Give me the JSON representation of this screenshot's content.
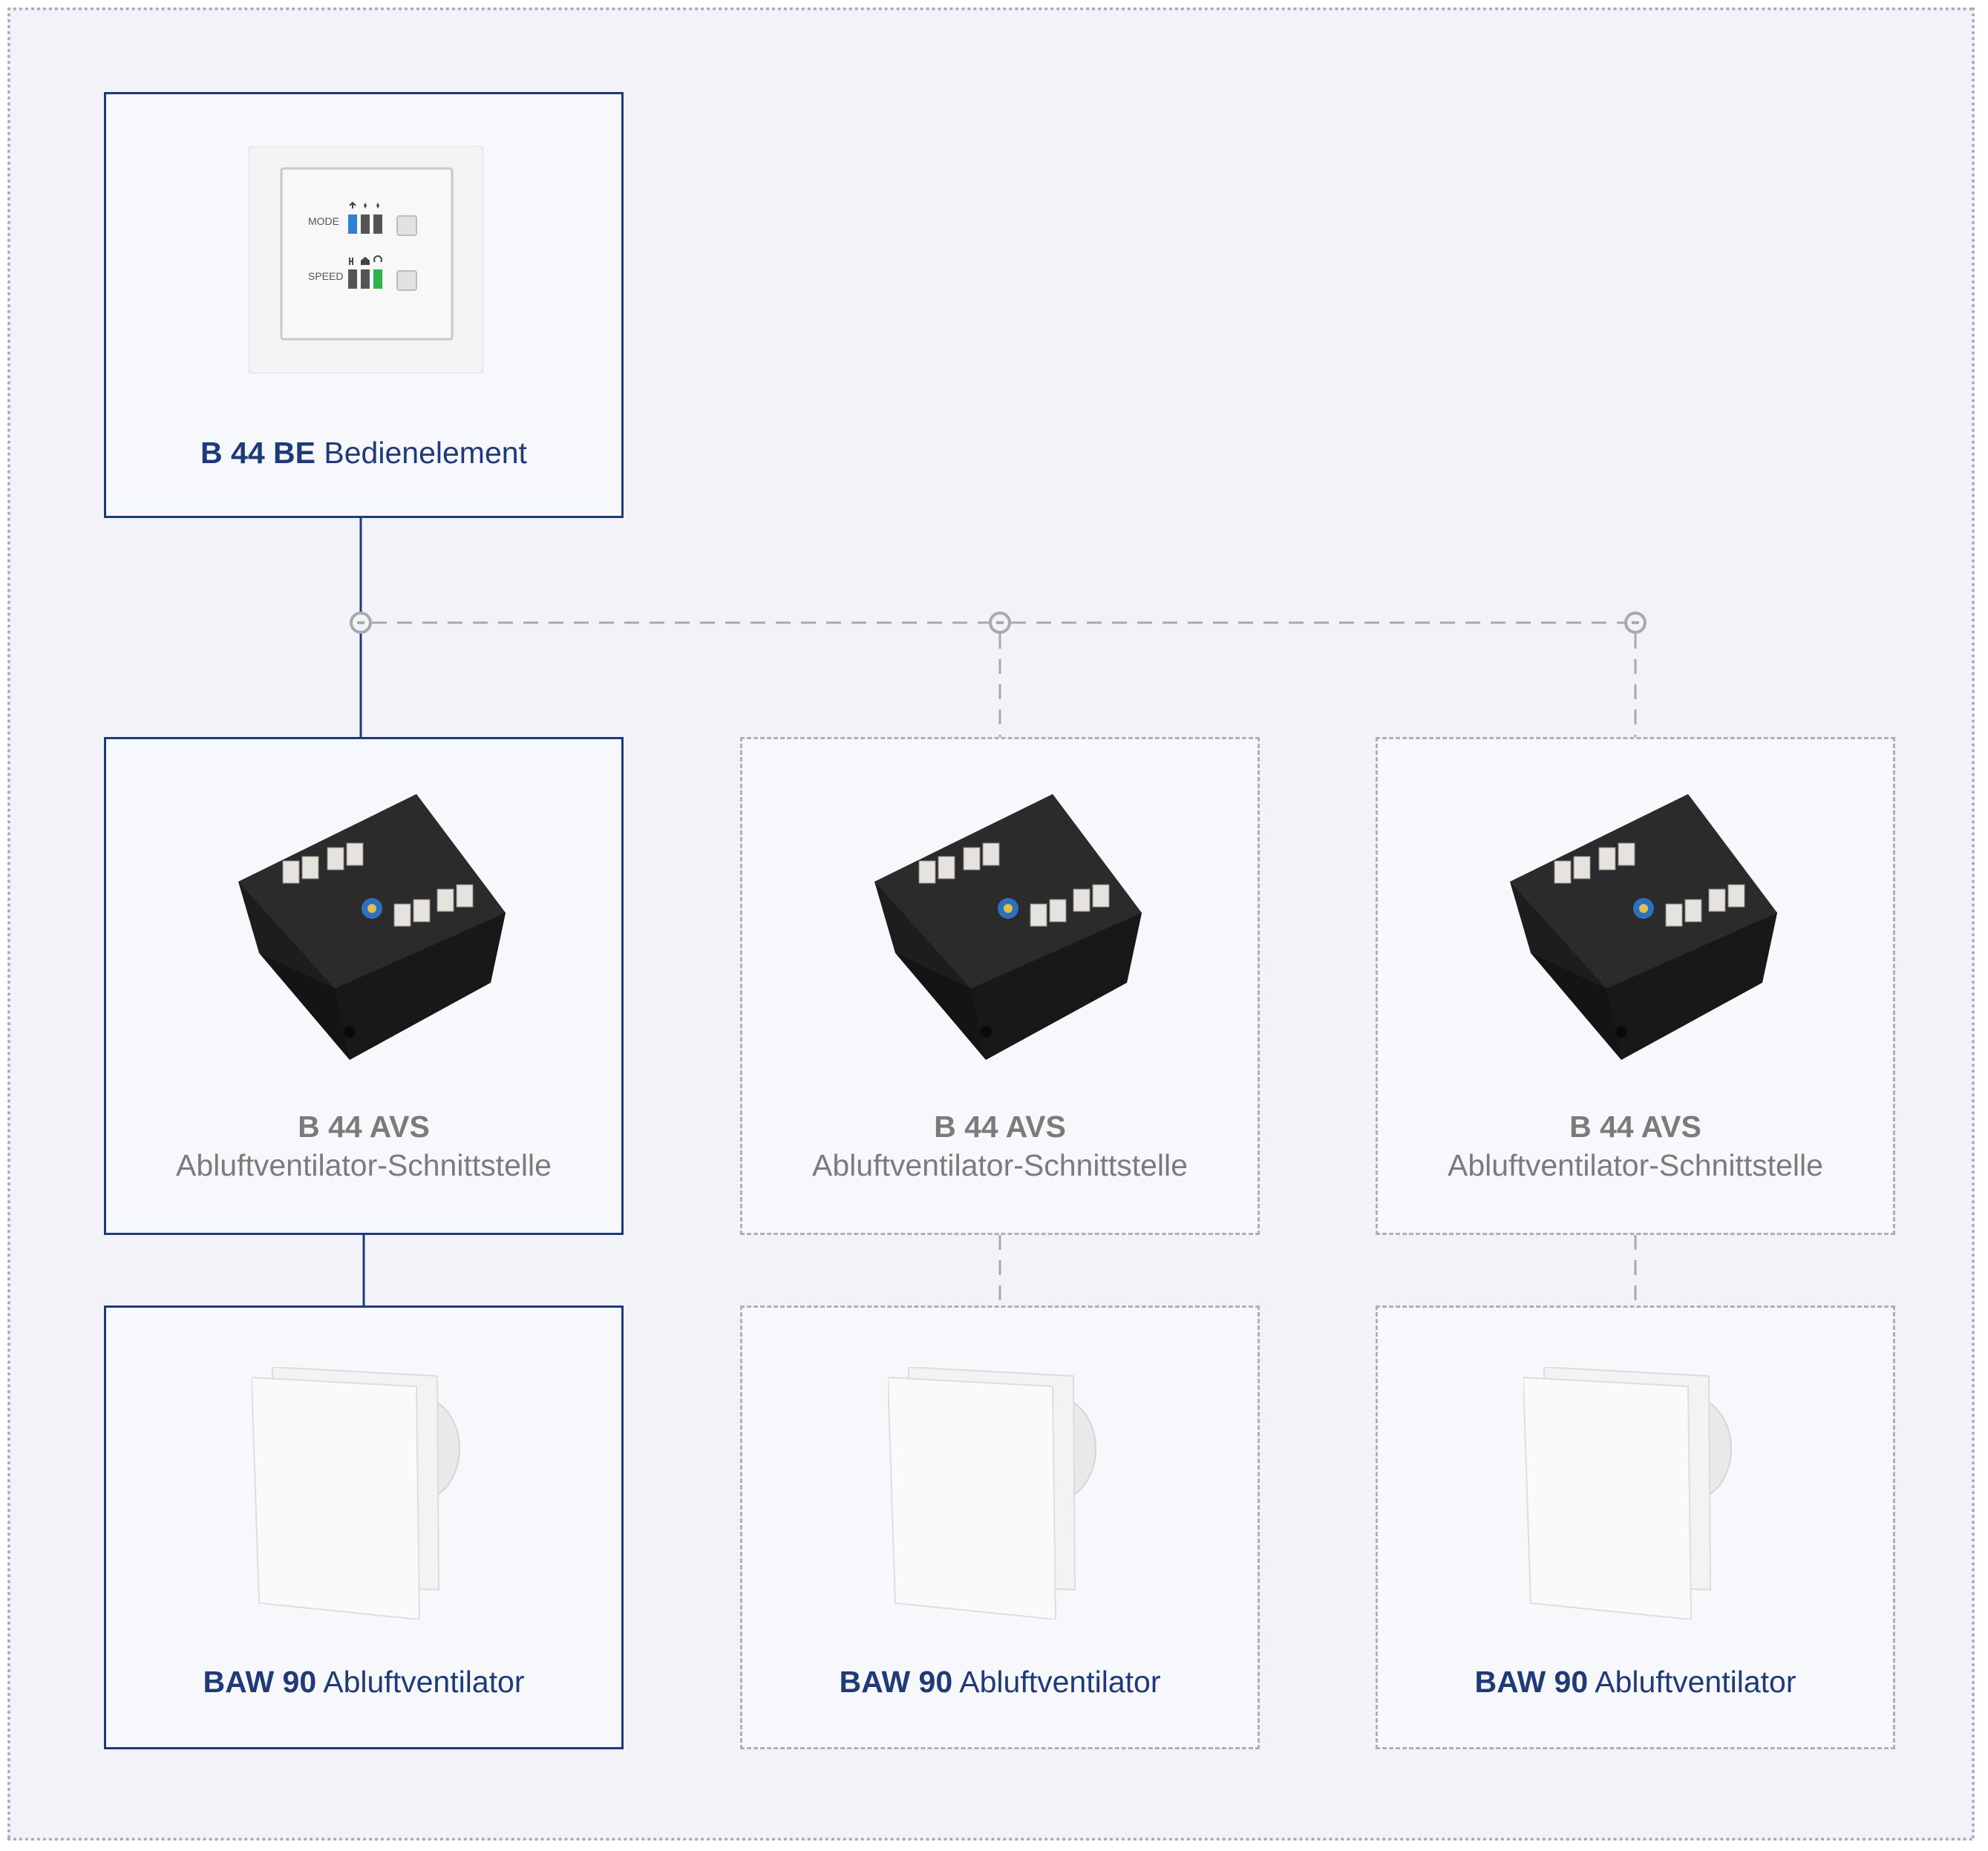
{
  "control_unit": {
    "code": "B 44 BE",
    "name": "Bedienelement",
    "mode_label": "MODE",
    "speed_label": "SPEED"
  },
  "interfaces": [
    {
      "code": "B 44 AVS",
      "name": "Abluftventilator-Schnittstelle",
      "status": "connected"
    },
    {
      "code": "B 44 AVS",
      "name": "Abluftventilator-Schnittstelle",
      "status": "optional"
    },
    {
      "code": "B 44 AVS",
      "name": "Abluftventilator-Schnittstelle",
      "status": "optional"
    }
  ],
  "fans": [
    {
      "code": "BAW 90",
      "name": "Abluftventilator",
      "status": "connected"
    },
    {
      "code": "BAW 90",
      "name": "Abluftventilator",
      "status": "optional"
    },
    {
      "code": "BAW 90",
      "name": "Abluftventilator",
      "status": "optional"
    }
  ],
  "colors": {
    "frame_background": "#f1f3f9",
    "solid_border": "#1f3a78",
    "dashed_border": "#b0b0b0",
    "text_blue": "#1f3a78",
    "text_gray": "#7b7b7b",
    "led_blue": "#2f7fd6",
    "led_green": "#2fb34a"
  }
}
